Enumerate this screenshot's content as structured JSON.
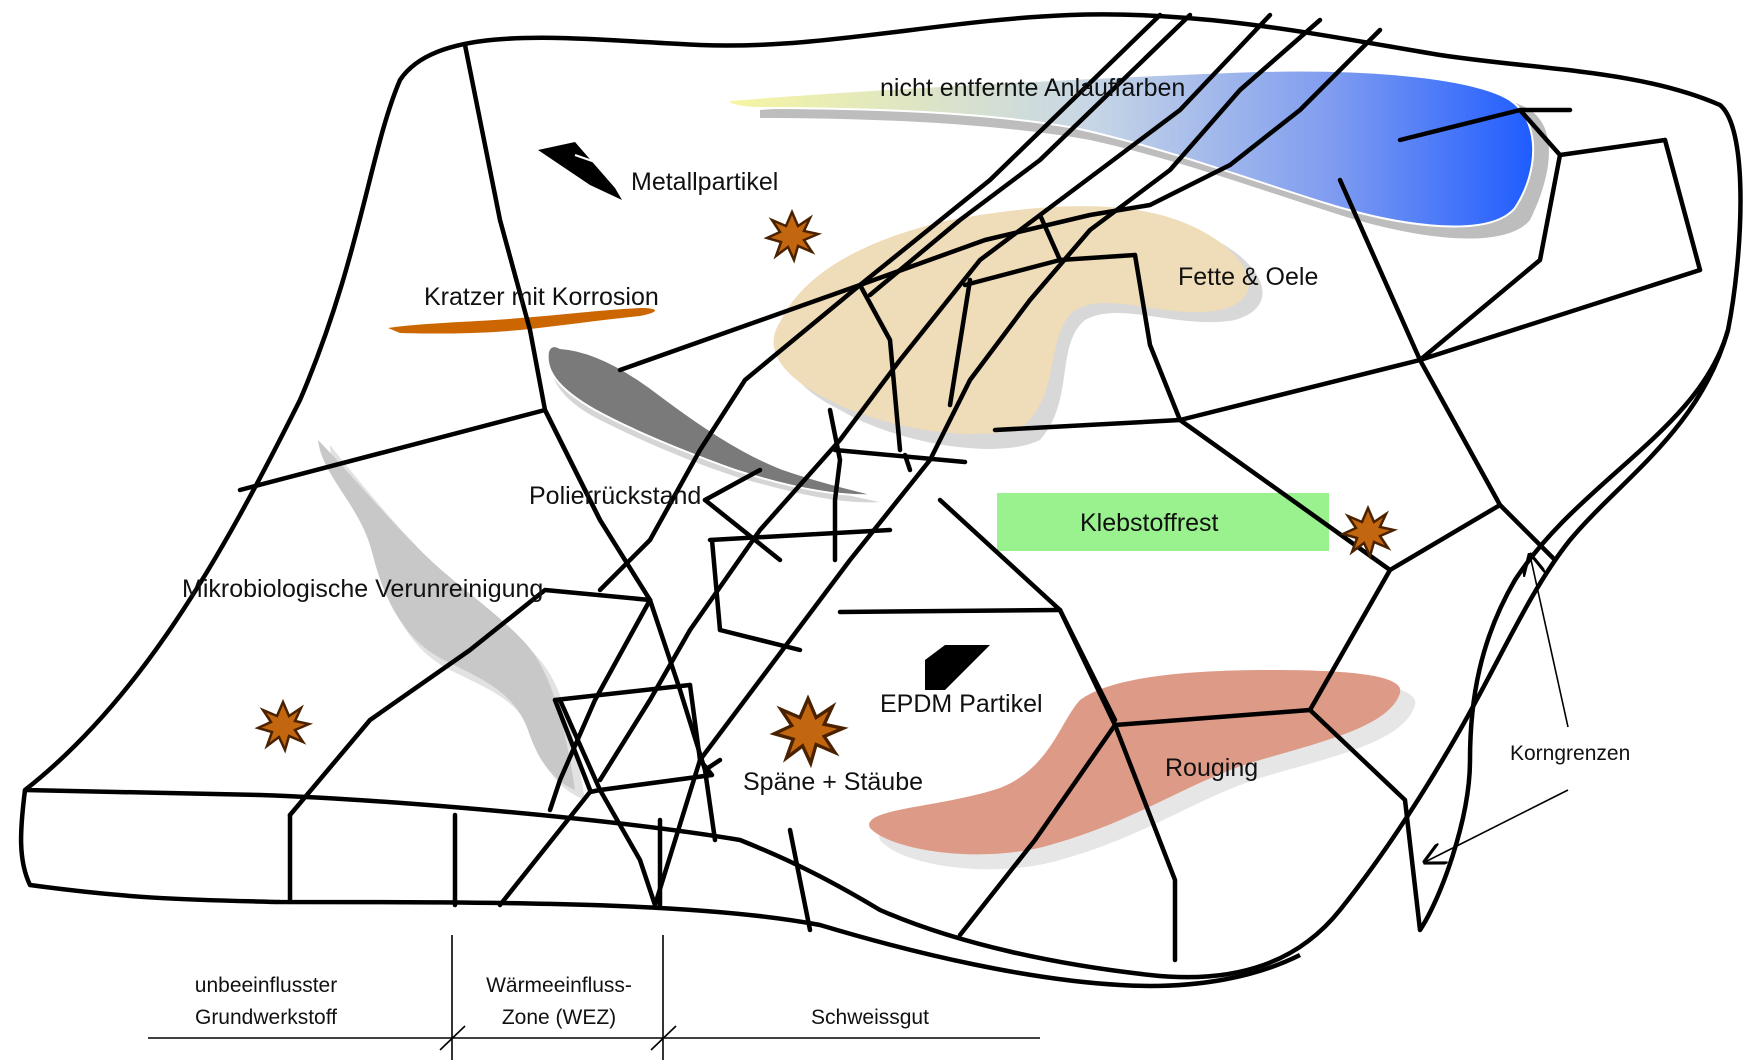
{
  "labels": {
    "anlauffarben": "nicht entfernte Anlauffarben",
    "metallpartikel": "Metallpartikel",
    "fette_oele": "Fette & Oele",
    "kratzer": "Kratzer mit Korrosion",
    "polierrueckstand": "Polierrückstand",
    "klebstoffrest": "Klebstoffrest",
    "mikrobiologisch": "Mikrobiologische Verunreinigung",
    "epdm": "EPDM Partikel",
    "spaene": "Späne + Stäube",
    "rouging": "Rouging",
    "korngrenzen": "Korngrenzen"
  },
  "zones": {
    "grundwerkstoff_line1": "unbeeinflusster",
    "grundwerkstoff_line2": "Grundwerkstoff",
    "wez_line1": "Wärmeeinfluss-",
    "wez_line2": "Zone (WEZ)",
    "schweissgut": "Schweissgut"
  },
  "colors": {
    "anlauffarben_start": "#f6f5a2",
    "anlauffarben_end": "#1f5cff",
    "fette_oele": "#efdcb8",
    "kratzer": "#cc6600",
    "polierrueckstand": "#7a7a7a",
    "klebstoffrest": "#99f28e",
    "mikrobiologisch": "#c8c8c8",
    "rouging": "#dd9a86",
    "particle": "#c2660f",
    "outline": "#000000"
  }
}
